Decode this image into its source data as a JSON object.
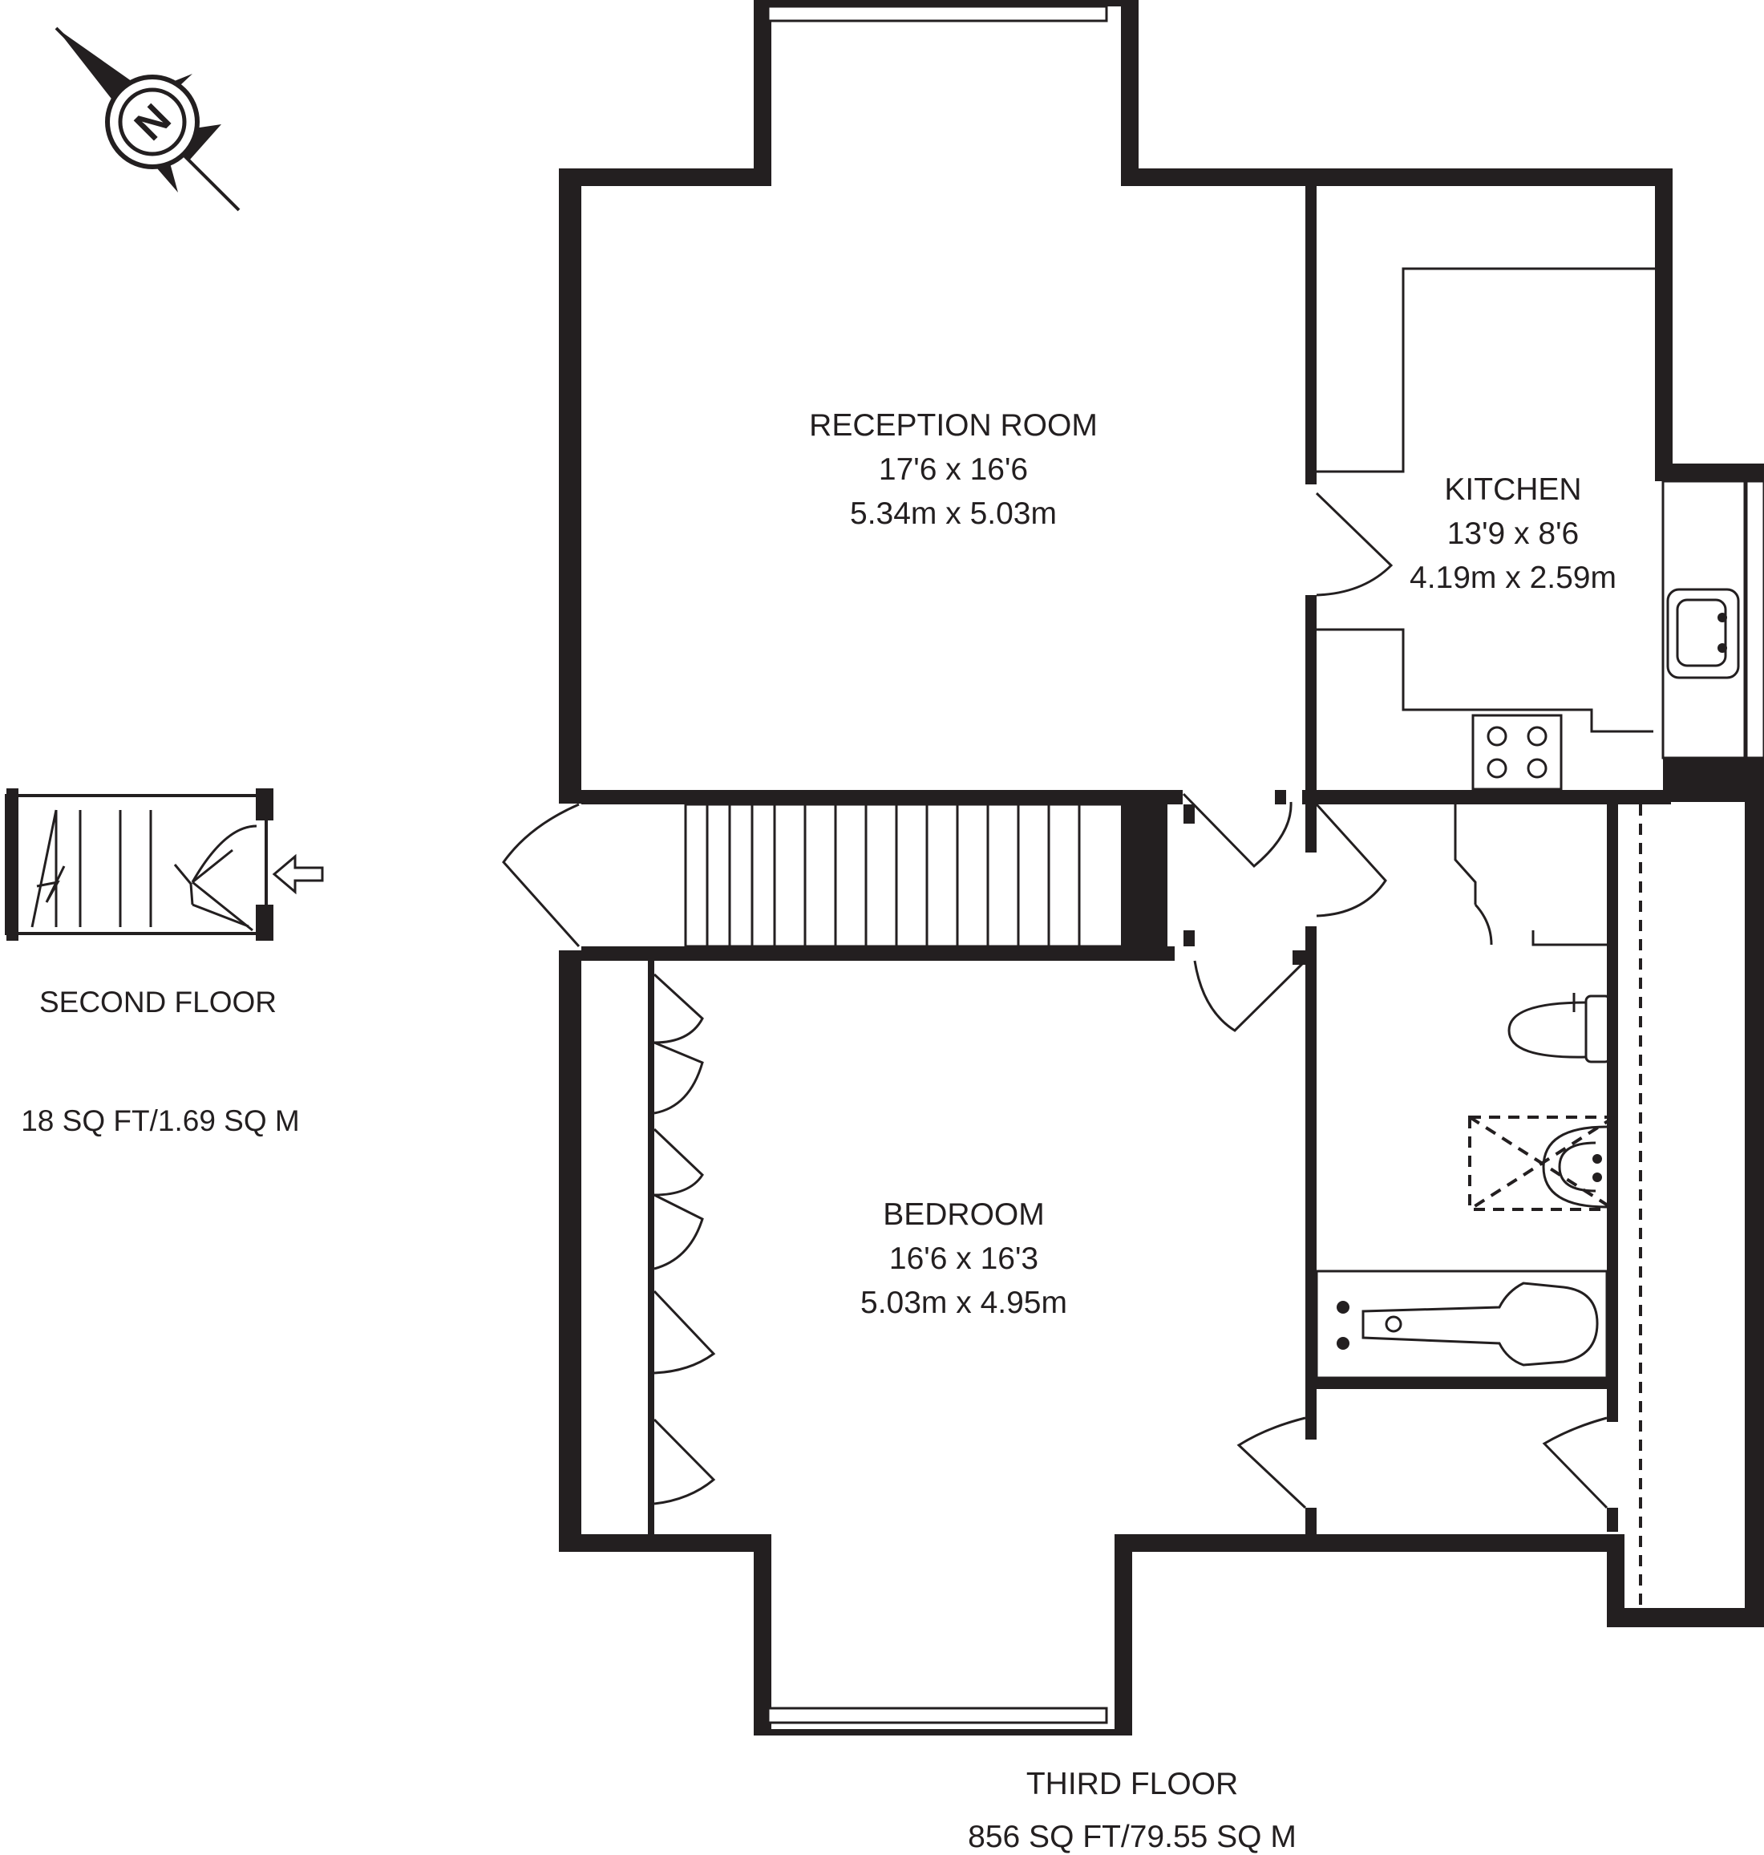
{
  "compass": {
    "letter": "N",
    "icon": "north-arrow-icon"
  },
  "second_floor": {
    "label": "SECOND FLOOR",
    "area": "18 SQ FT/1.69 SQ M",
    "entrance_icon": "entrance-arrow-icon"
  },
  "third_floor": {
    "label": "THIRD FLOOR",
    "area": "856 SQ FT/79.55 SQ M"
  },
  "rooms": [
    {
      "name": "RECEPTION ROOM",
      "imperial": "17'6 x 16'6",
      "metric": "5.34m x 5.03m"
    },
    {
      "name": "KITCHEN",
      "imperial": "13'9 x 8'6",
      "metric": "4.19m x 2.59m"
    },
    {
      "name": "BEDROOM",
      "imperial": "16'6 x 16'3",
      "metric": "5.03m x 4.95m"
    }
  ],
  "colors": {
    "ink": "#231f20",
    "background": "#ffffff"
  }
}
